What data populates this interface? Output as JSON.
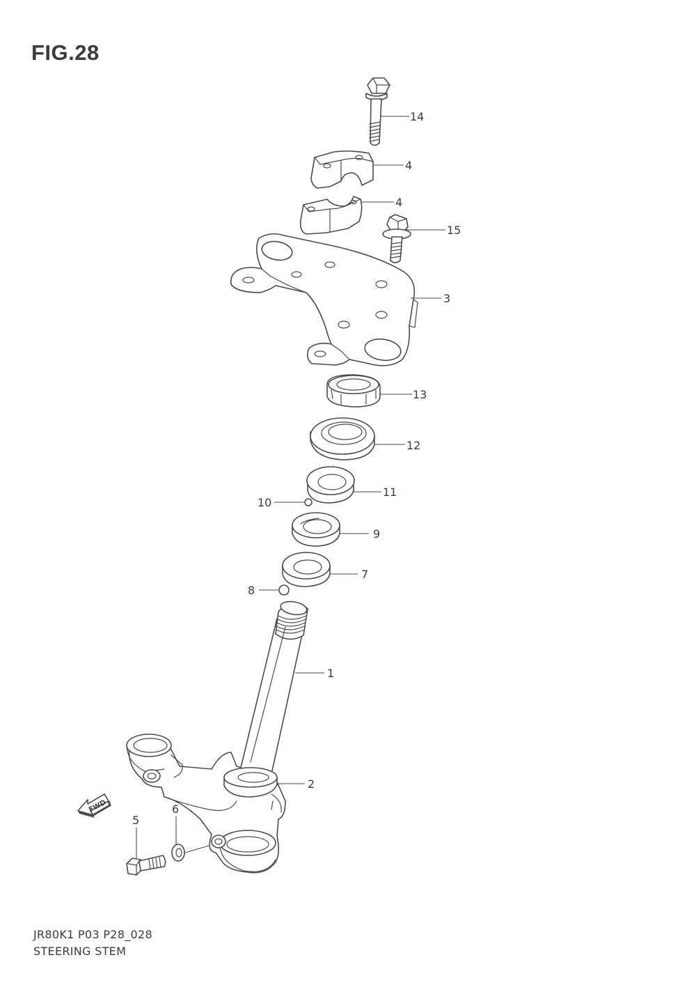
{
  "figure": {
    "title": "FIG.28",
    "model_code": "JR80K1 P03 P28_028",
    "caption": "STEERING STEM"
  },
  "fwd_arrow": {
    "label": "FWD",
    "icon": "forward-direction-arrow-icon"
  },
  "callouts": [
    {
      "id": "14",
      "label": "14"
    },
    {
      "id": "4a",
      "label": "4"
    },
    {
      "id": "4b",
      "label": "4"
    },
    {
      "id": "15",
      "label": "15"
    },
    {
      "id": "3",
      "label": "3"
    },
    {
      "id": "13",
      "label": "13"
    },
    {
      "id": "12",
      "label": "12"
    },
    {
      "id": "11",
      "label": "11"
    },
    {
      "id": "10",
      "label": "10"
    },
    {
      "id": "9",
      "label": "9"
    },
    {
      "id": "7",
      "label": "7"
    },
    {
      "id": "8",
      "label": "8"
    },
    {
      "id": "1",
      "label": "1"
    },
    {
      "id": "2",
      "label": "2"
    },
    {
      "id": "5",
      "label": "5"
    },
    {
      "id": "6",
      "label": "6"
    }
  ],
  "parts": [
    {
      "name": "bolt-14",
      "icon": "long-bolt-icon"
    },
    {
      "name": "holder-upper-4",
      "icon": "handlebar-holder-icon"
    },
    {
      "name": "holder-lower-4",
      "icon": "handlebar-holder-icon"
    },
    {
      "name": "bolt-15",
      "icon": "flange-bolt-icon"
    },
    {
      "name": "upper-bracket-3",
      "icon": "steering-bracket-icon"
    },
    {
      "name": "nut-13",
      "icon": "castle-nut-icon"
    },
    {
      "name": "seal-12",
      "icon": "dust-seal-icon"
    },
    {
      "name": "race-11",
      "icon": "bearing-race-icon"
    },
    {
      "name": "ball-10",
      "icon": "steel-ball-icon"
    },
    {
      "name": "race-9",
      "icon": "bearing-race-icon"
    },
    {
      "name": "race-7",
      "icon": "bearing-race-icon"
    },
    {
      "name": "ball-8",
      "icon": "steel-ball-icon"
    },
    {
      "name": "stem-1",
      "icon": "steering-stem-icon"
    },
    {
      "name": "seal-2",
      "icon": "stem-seal-icon"
    },
    {
      "name": "bolt-5",
      "icon": "bolt-icon"
    },
    {
      "name": "washer-6",
      "icon": "washer-icon"
    }
  ]
}
